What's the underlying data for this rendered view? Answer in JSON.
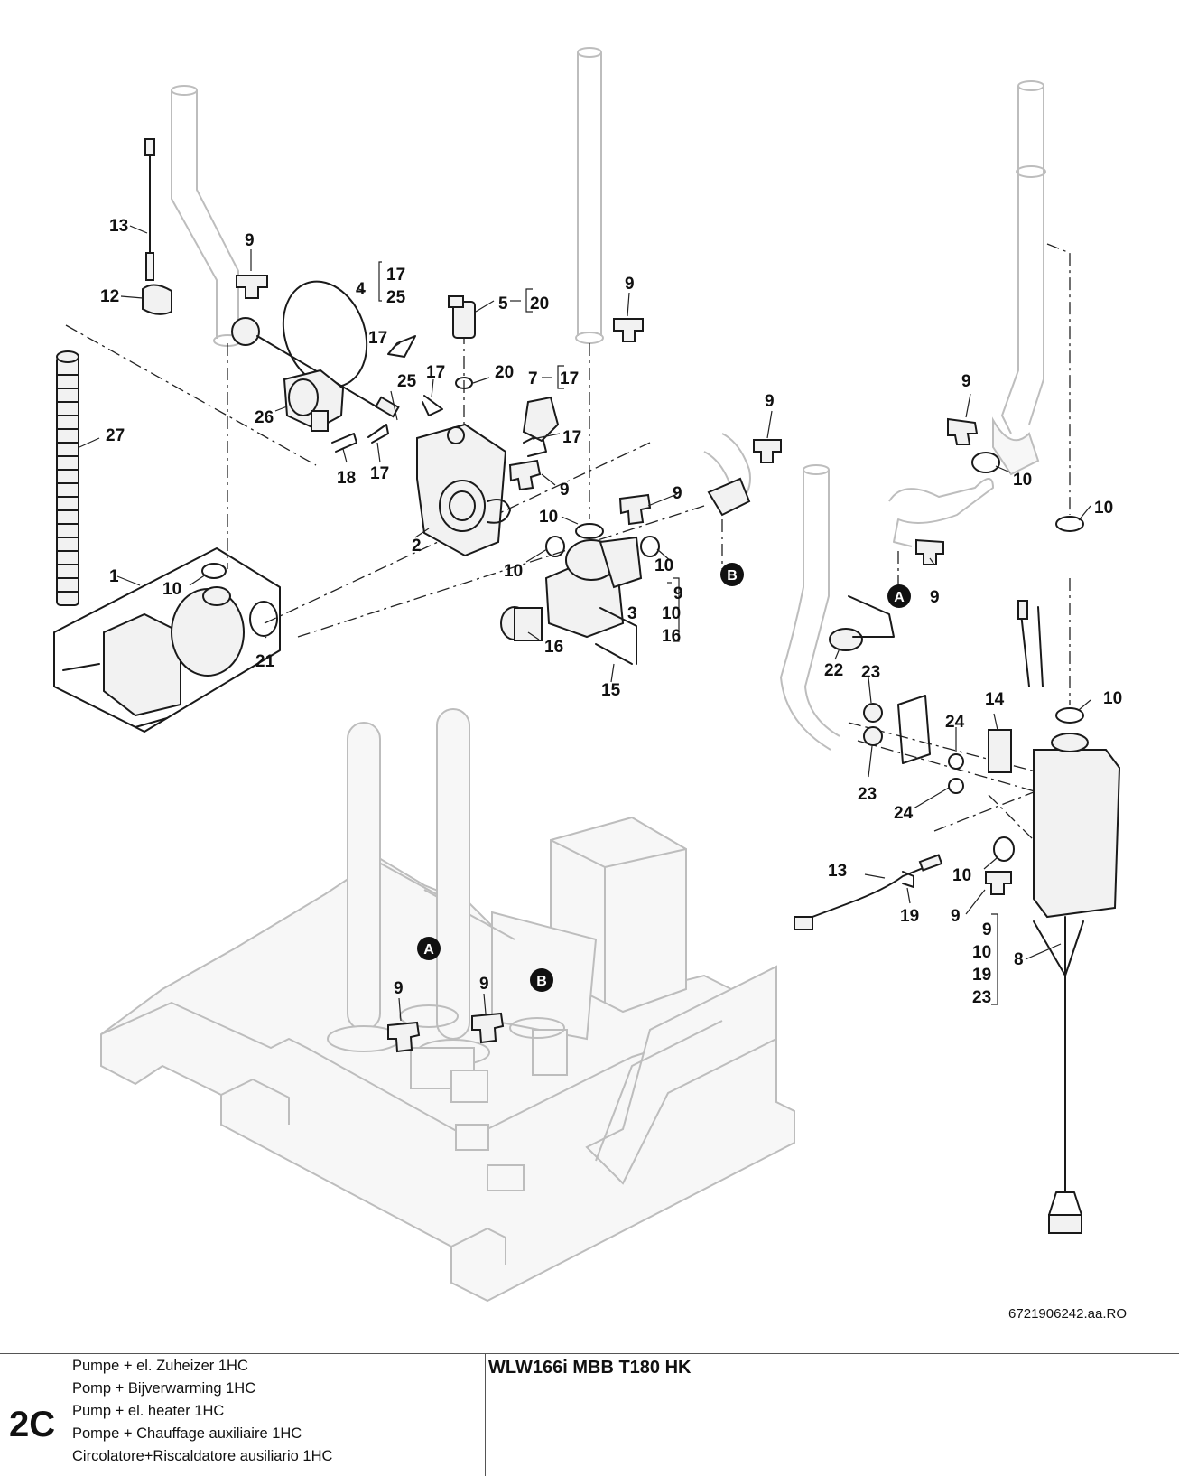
{
  "callouts": {
    "n1": "1",
    "n2": "2",
    "n3": "3",
    "n4": "4",
    "n5": "5",
    "n7": "7",
    "n8": "8",
    "n9": "9",
    "n10": "10",
    "n12": "12",
    "n13": "13",
    "n14": "14",
    "n15": "15",
    "n16": "16",
    "n17": "17",
    "n18": "18",
    "n19": "19",
    "n20": "20",
    "n21": "21",
    "n22": "22",
    "n23": "23",
    "n24": "24",
    "n25": "25",
    "n26": "26",
    "n27": "27"
  },
  "markers": {
    "a": "A",
    "b": "B"
  },
  "document_reference": "6721906242.aa.RO",
  "footer": {
    "section_id": "2C",
    "descriptions": [
      "Pumpe + el. Zuheizer 1HC",
      "Pomp + Bijverwarming 1HC",
      "Pump + el. heater 1HC",
      "Pompe + Chauffage auxiliaire 1HC",
      "Circolatore+Riscaldatore ausiliario 1HC"
    ],
    "model": "WLW166i MBB T180 HK"
  }
}
